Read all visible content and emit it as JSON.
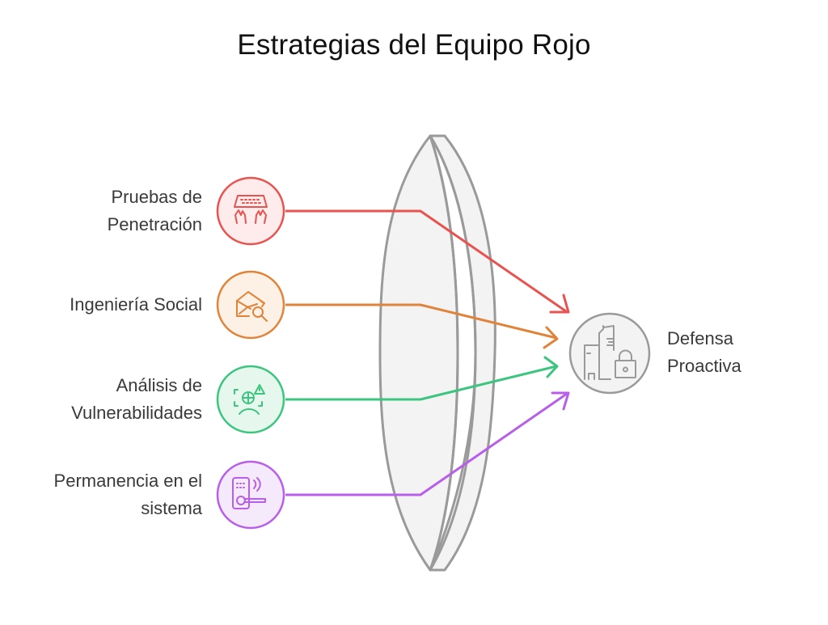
{
  "title": "Estrategias del Equipo Rojo",
  "strategies": [
    {
      "id": "pruebas",
      "line1": "Pruebas de",
      "line2": "Penetración",
      "icon": "keyboard-hands-icon",
      "color": "#e8524f",
      "fill": "#fdeceb"
    },
    {
      "id": "ingenieria",
      "line1": "Ingeniería Social",
      "line2": "",
      "icon": "envelope-search-icon",
      "color": "#e0843a",
      "fill": "#fdf0e4"
    },
    {
      "id": "analisis",
      "line1": "Análisis de",
      "line2": "Vulnerabilidades",
      "icon": "globe-warning-scan-icon",
      "color": "#3cc57f",
      "fill": "#e6f8ee"
    },
    {
      "id": "permanencia",
      "line1": "Permanencia en el",
      "line2": "sistema",
      "icon": "smart-lock-icon",
      "color": "#b85ee8",
      "fill": "#f5e9fc"
    }
  ],
  "lens": {
    "label": "",
    "fill": "#f3f3f3",
    "stroke": "#9a9a9a"
  },
  "target": {
    "line1": "Defensa",
    "line2": "Proactiva",
    "icon": "building-lock-icon",
    "color": "#9a9a9a",
    "fill": "#f3f3f3"
  }
}
